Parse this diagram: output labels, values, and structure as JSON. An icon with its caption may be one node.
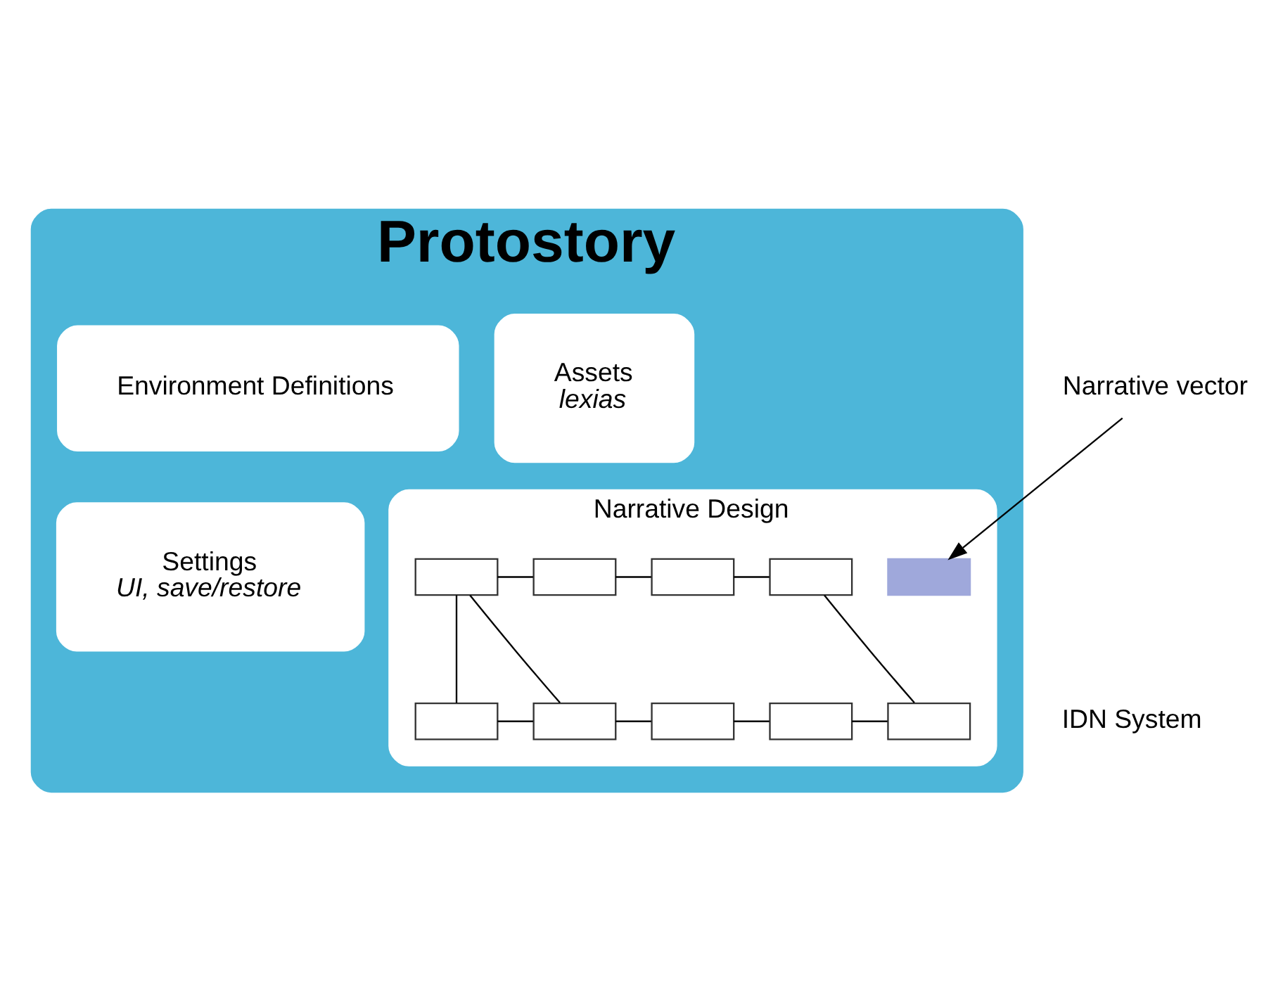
{
  "diagram": {
    "nodes": [
      {
        "text": [
          "Protostory"
        ],
        "beside": [
          "IDN System"
        ]
      },
      {
        "text": [
          "Environment Definitions"
        ],
        "in": 0
      },
      {
        "text": [
          "Assets",
          "lexias"
        ],
        "in": 0
      },
      {
        "text": [
          "Settings",
          "UI, save/restore"
        ],
        "in": 0
      },
      {
        "text": [
          "Narrative Design"
        ],
        "in": 0
      },
      {
        "text": [],
        "shape": "box",
        "in": 4
      },
      {
        "text": [],
        "shape": "box",
        "in": 4
      },
      {
        "text": [],
        "shape": "box",
        "in": 4
      },
      {
        "text": [],
        "shape": "box",
        "in": 4
      },
      {
        "text": [],
        "shape": "box",
        "in": 4
      },
      {
        "text": [],
        "shape": "box",
        "in": 4
      },
      {
        "text": [],
        "shape": "box",
        "in": 4
      },
      {
        "text": [],
        "shape": "box",
        "in": 4
      },
      {
        "text": [],
        "shape": "box",
        "in": 4
      },
      {
        "text": [],
        "shape": "box",
        "in": 4
      },
      {
        "text": [
          "Narrative vector"
        ]
      }
    ],
    "edges": [
      {
        "from": 5,
        "to": 6,
        "arrow": "none"
      },
      {
        "from": 5,
        "to": 9,
        "arrow": "none"
      },
      {
        "from": 5,
        "to": 10,
        "arrow": "none"
      },
      {
        "from": 9,
        "to": 10,
        "arrow": "none"
      },
      {
        "from": 10,
        "to": 11,
        "arrow": "none"
      },
      {
        "from": 11,
        "to": 12,
        "arrow": "none"
      },
      {
        "from": 6,
        "to": 7,
        "arrow": "none"
      },
      {
        "from": 7,
        "to": 8,
        "arrow": "none"
      },
      {
        "from": 12,
        "to": 13,
        "arrow": "none"
      },
      {
        "from": 8,
        "to": 13,
        "arrow": "none"
      },
      {
        "from": 15,
        "to": 14,
        "arrow": "to"
      }
    ]
  }
}
